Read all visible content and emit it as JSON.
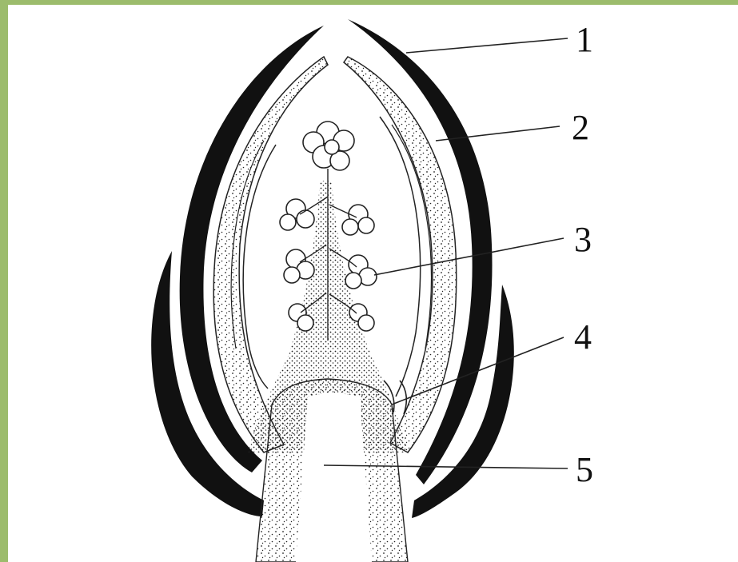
{
  "colors": {
    "frame": "#9cbc6c",
    "background": "#ffffff",
    "ink": "#111111"
  },
  "labels": [
    "1",
    "2",
    "3",
    "4",
    "5"
  ]
}
